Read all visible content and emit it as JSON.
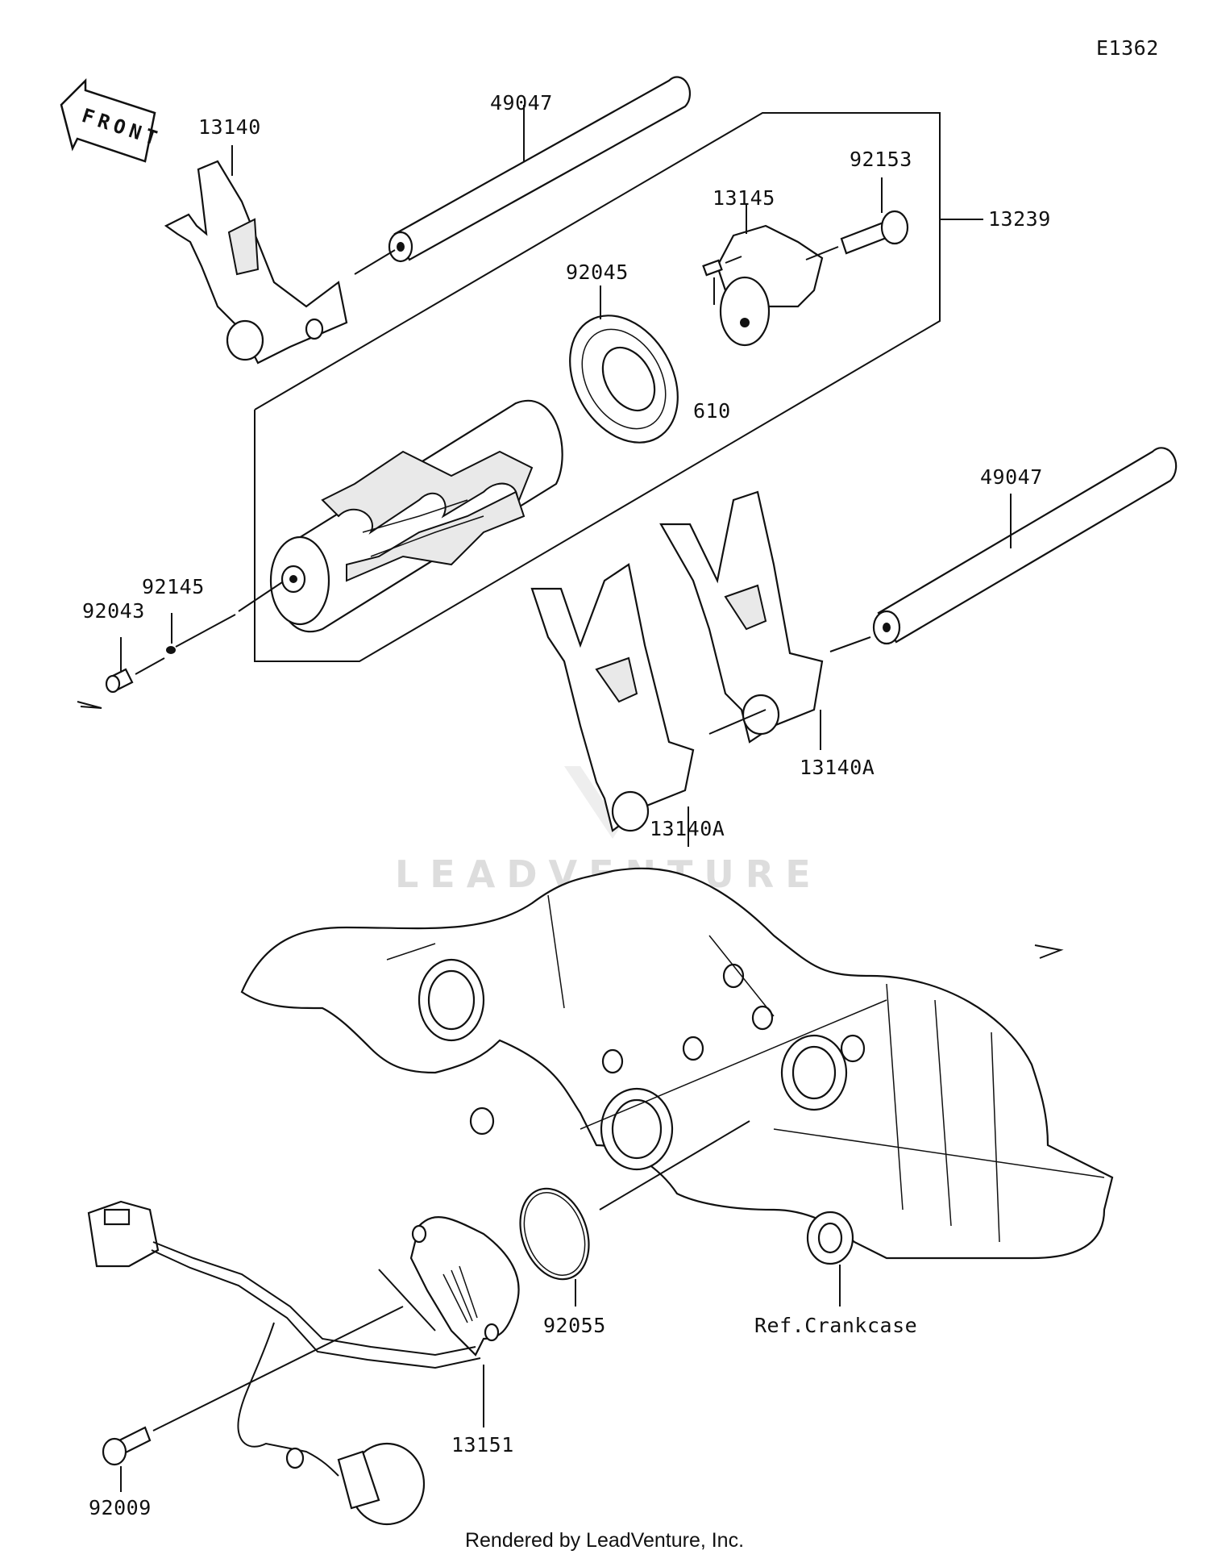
{
  "diagram_code": "E1362",
  "front_label": "FRONT",
  "watermark": "LEADVENTURE",
  "labels": {
    "p13140_top": "13140",
    "p49047_top": "49047",
    "p92153": "92153",
    "p13145": "13145",
    "p13239": "13239",
    "p92045": "92045",
    "p610": "610",
    "p49047_right": "49047",
    "p92145": "92145",
    "p92043": "92043",
    "p13140A_right": "13140A",
    "p13140A_left": "13140A",
    "p92055": "92055",
    "p13151": "13151",
    "p92009": "92009",
    "ref_crankcase": "Ref.Crankcase"
  },
  "footer": "Rendered by LeadVenture, Inc."
}
